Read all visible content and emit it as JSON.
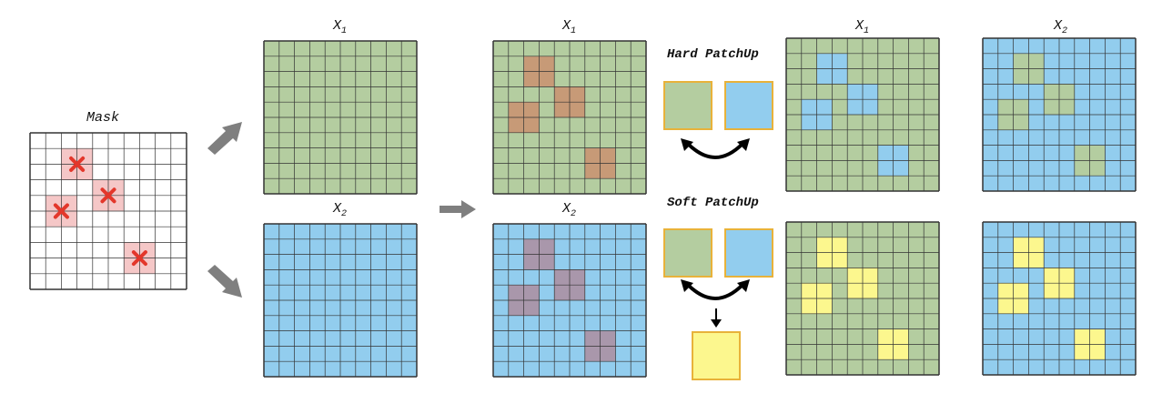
{
  "labels": {
    "mask": "Mask",
    "x1_var": "X",
    "x1_sub": "1",
    "x2_var": "X",
    "x2_sub": "2",
    "hard": "Hard PatchUp",
    "soft": "Soft PatchUp"
  },
  "colors": {
    "green": "#b4cda0",
    "blue": "#92cdee",
    "yellow": "#fcf78e",
    "pink": "#f5c7c7",
    "pink_overlap": "#eca6a6",
    "brown": "#c79a77",
    "brown_overlap": "#d07a62",
    "purple": "#a997ab",
    "purple_overlap": "#c98a95",
    "cross": "#e3372b",
    "arrow": "#7f7f7f",
    "grid": "#333333",
    "border": "#e8b23a"
  },
  "grid_size": 10,
  "mask_patches": [
    {
      "row": 1,
      "col": 2
    },
    {
      "row": 3,
      "col": 4
    },
    {
      "row": 4,
      "col": 1
    },
    {
      "row": 7,
      "col": 6
    }
  ]
}
